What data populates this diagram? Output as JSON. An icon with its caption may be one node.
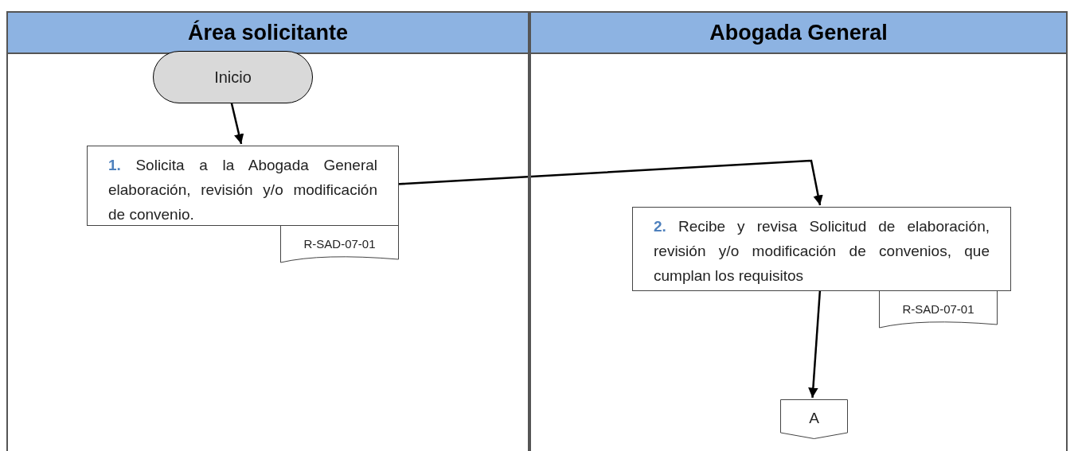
{
  "diagram": {
    "nodes": [
      {
        "text": [
          "Área solicitante"
        ]
      },
      {
        "text": [
          "Abogada General"
        ]
      },
      {
        "text": [
          "Inicio"
        ],
        "in": 0
      },
      {
        "text": [
          "**1.** Solicita a la Abogada General elaboración, revisión y/o modificación de convenio."
        ],
        "in": 0
      },
      {
        "text": [
          "R-SAD-07-01"
        ],
        "in": 0
      },
      {
        "text": [
          "**2.** Recibe y revisa Solicitud de elaboración, revisión y/o modificación de convenios, que cumplan los requisitos"
        ],
        "in": 1
      },
      {
        "text": [
          "R-SAD-07-01"
        ],
        "in": 1
      },
      {
        "text": [
          "A"
        ],
        "in": 1
      }
    ],
    "edges": [
      {
        "from": 2,
        "to": 3,
        "arrow": "to"
      },
      {
        "from": 3,
        "to": 5,
        "arrow": "to"
      },
      {
        "from": 5,
        "to": 7,
        "arrow": "to"
      }
    ]
  }
}
